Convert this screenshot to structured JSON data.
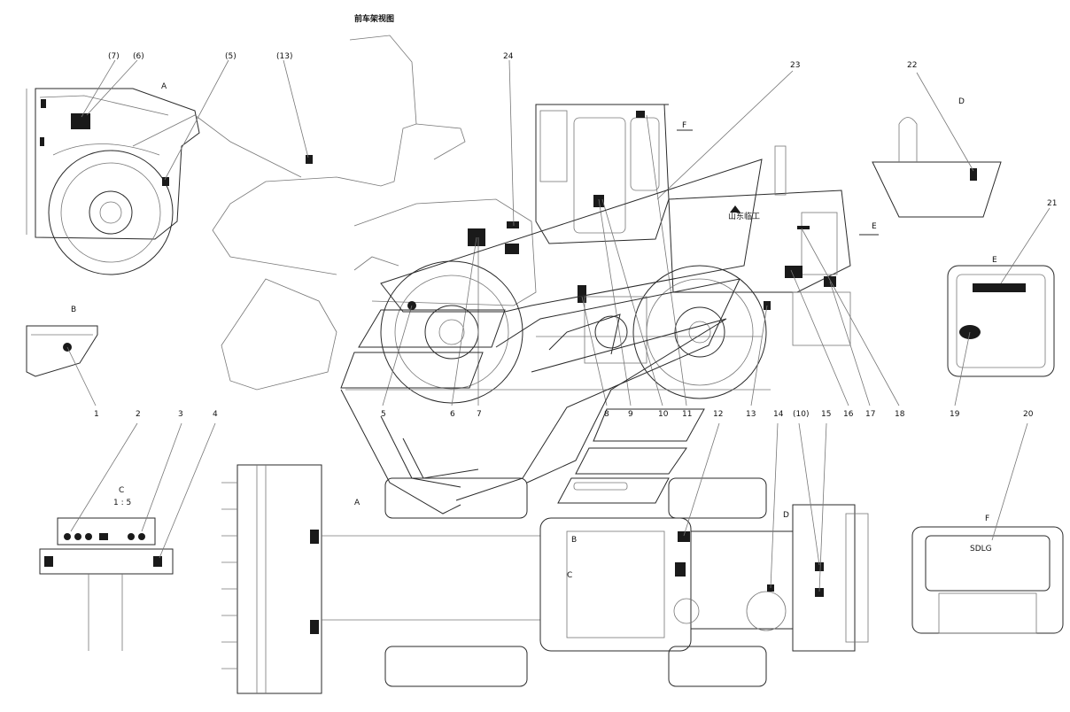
{
  "title": "前车架视图",
  "callouts_top": [
    {
      "id": "c7",
      "label": "(7)"
    },
    {
      "id": "c6",
      "label": "(6)"
    },
    {
      "id": "c5",
      "label": "(5)"
    },
    {
      "id": "c13",
      "label": "(13)"
    },
    {
      "id": "c24",
      "label": "24"
    },
    {
      "id": "c23",
      "label": "23"
    },
    {
      "id": "c22",
      "label": "22"
    },
    {
      "id": "c21",
      "label": "21"
    }
  ],
  "callouts_bottom": [
    {
      "id": "n1",
      "label": "1"
    },
    {
      "id": "n2",
      "label": "2"
    },
    {
      "id": "n3",
      "label": "3"
    },
    {
      "id": "n4",
      "label": "4"
    },
    {
      "id": "n5",
      "label": "5"
    },
    {
      "id": "n6",
      "label": "6"
    },
    {
      "id": "n7",
      "label": "7"
    },
    {
      "id": "n8",
      "label": "8"
    },
    {
      "id": "n9",
      "label": "9"
    },
    {
      "id": "n10",
      "label": "10"
    },
    {
      "id": "n11",
      "label": "11"
    },
    {
      "id": "n12",
      "label": "12"
    },
    {
      "id": "n13",
      "label": "13"
    },
    {
      "id": "n14",
      "label": "14"
    },
    {
      "id": "n10b",
      "label": "(10)"
    },
    {
      "id": "n15",
      "label": "15"
    },
    {
      "id": "n16",
      "label": "16"
    },
    {
      "id": "n17",
      "label": "17"
    },
    {
      "id": "n18",
      "label": "18"
    },
    {
      "id": "n19",
      "label": "19"
    },
    {
      "id": "n20",
      "label": "20"
    }
  ],
  "view_labels": {
    "A": "A",
    "B": "B",
    "C": "C",
    "C_scale": "1 : 5",
    "D": "D",
    "E": "E",
    "F": "F",
    "top_A": "A",
    "top_B": "B",
    "top_C": "C",
    "top_D": "D"
  },
  "decal_text": {
    "brand": "SDLG",
    "cn_brand": "山东临工"
  }
}
